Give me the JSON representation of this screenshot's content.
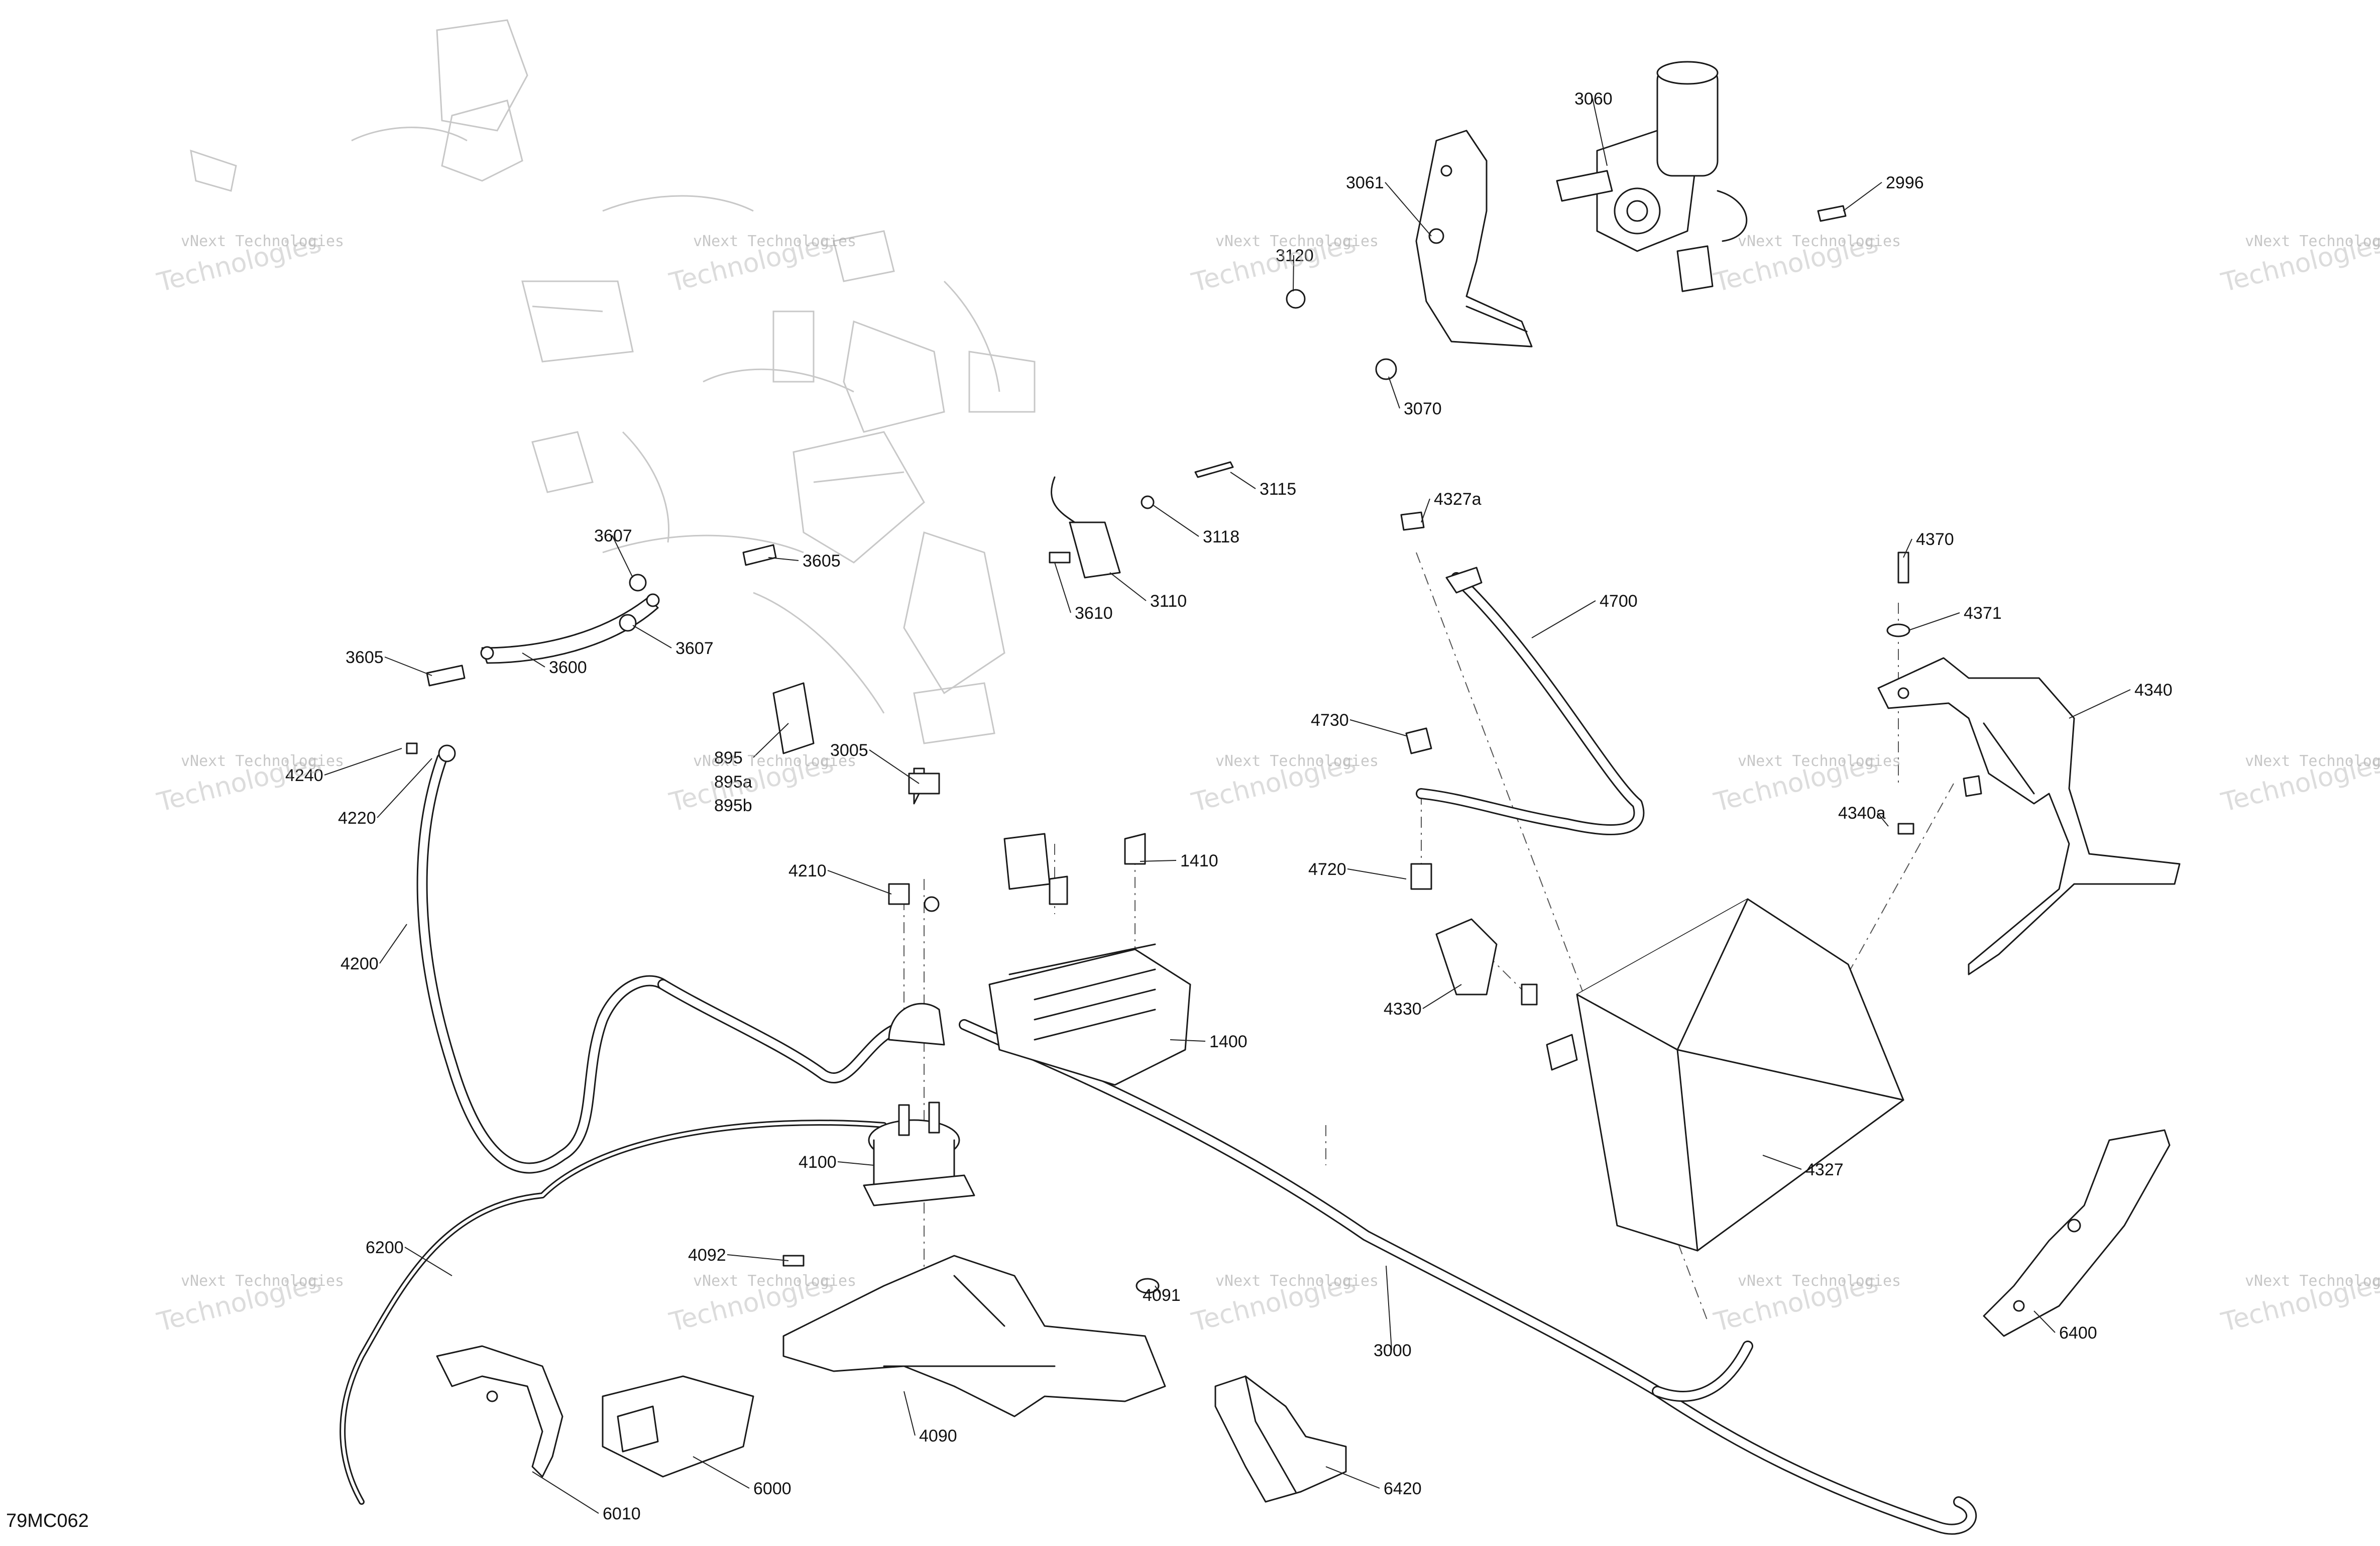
{
  "diagram": {
    "code": "79MC062",
    "watermark": {
      "line1": "vNext Technologies",
      "line2": "Technologies"
    },
    "callouts": [
      {
        "id": "3060",
        "text": "3060"
      },
      {
        "id": "3061",
        "text": "3061"
      },
      {
        "id": "2996",
        "text": "2996"
      },
      {
        "id": "3120",
        "text": "3120"
      },
      {
        "id": "3070",
        "text": "3070"
      },
      {
        "id": "3115",
        "text": "3115"
      },
      {
        "id": "3118",
        "text": "3118"
      },
      {
        "id": "4327a",
        "text": "4327a"
      },
      {
        "id": "3607a",
        "text": "3607"
      },
      {
        "id": "3605a",
        "text": "3605"
      },
      {
        "id": "3610",
        "text": "3610"
      },
      {
        "id": "3110",
        "text": "3110"
      },
      {
        "id": "4370",
        "text": "4370"
      },
      {
        "id": "4700",
        "text": "4700"
      },
      {
        "id": "4371",
        "text": "4371"
      },
      {
        "id": "3605b",
        "text": "3605"
      },
      {
        "id": "3600",
        "text": "3600"
      },
      {
        "id": "3607b",
        "text": "3607"
      },
      {
        "id": "4340",
        "text": "4340"
      },
      {
        "id": "4730",
        "text": "4730"
      },
      {
        "id": "3005",
        "text": "3005"
      },
      {
        "id": "4240",
        "text": "4240"
      },
      {
        "id": "895",
        "text": "895"
      },
      {
        "id": "895a",
        "text": "895a"
      },
      {
        "id": "895b",
        "text": "895b"
      },
      {
        "id": "4220",
        "text": "4220"
      },
      {
        "id": "4340a",
        "text": "4340a"
      },
      {
        "id": "4210",
        "text": "4210"
      },
      {
        "id": "1410",
        "text": "1410"
      },
      {
        "id": "4720",
        "text": "4720"
      },
      {
        "id": "4200",
        "text": "4200"
      },
      {
        "id": "4330",
        "text": "4330"
      },
      {
        "id": "1400",
        "text": "1400"
      },
      {
        "id": "4100",
        "text": "4100"
      },
      {
        "id": "4327",
        "text": "4327"
      },
      {
        "id": "6200",
        "text": "6200"
      },
      {
        "id": "4092",
        "text": "4092"
      },
      {
        "id": "4091",
        "text": "4091"
      },
      {
        "id": "6400",
        "text": "6400"
      },
      {
        "id": "3000",
        "text": "3000"
      },
      {
        "id": "4090",
        "text": "4090"
      },
      {
        "id": "6000",
        "text": "6000"
      },
      {
        "id": "6010",
        "text": "6010"
      },
      {
        "id": "6420",
        "text": "6420"
      }
    ]
  }
}
